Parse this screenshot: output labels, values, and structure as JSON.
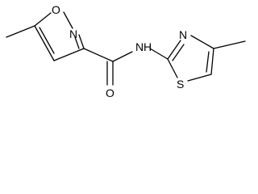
{
  "molecule": {
    "atoms": {
      "isoxazole_o": "O",
      "isoxazole_n": "N",
      "amide_o": "O",
      "amide_nh": "N",
      "amide_h": "H",
      "thiazole_n": "N",
      "thiazole_s": "S"
    }
  }
}
